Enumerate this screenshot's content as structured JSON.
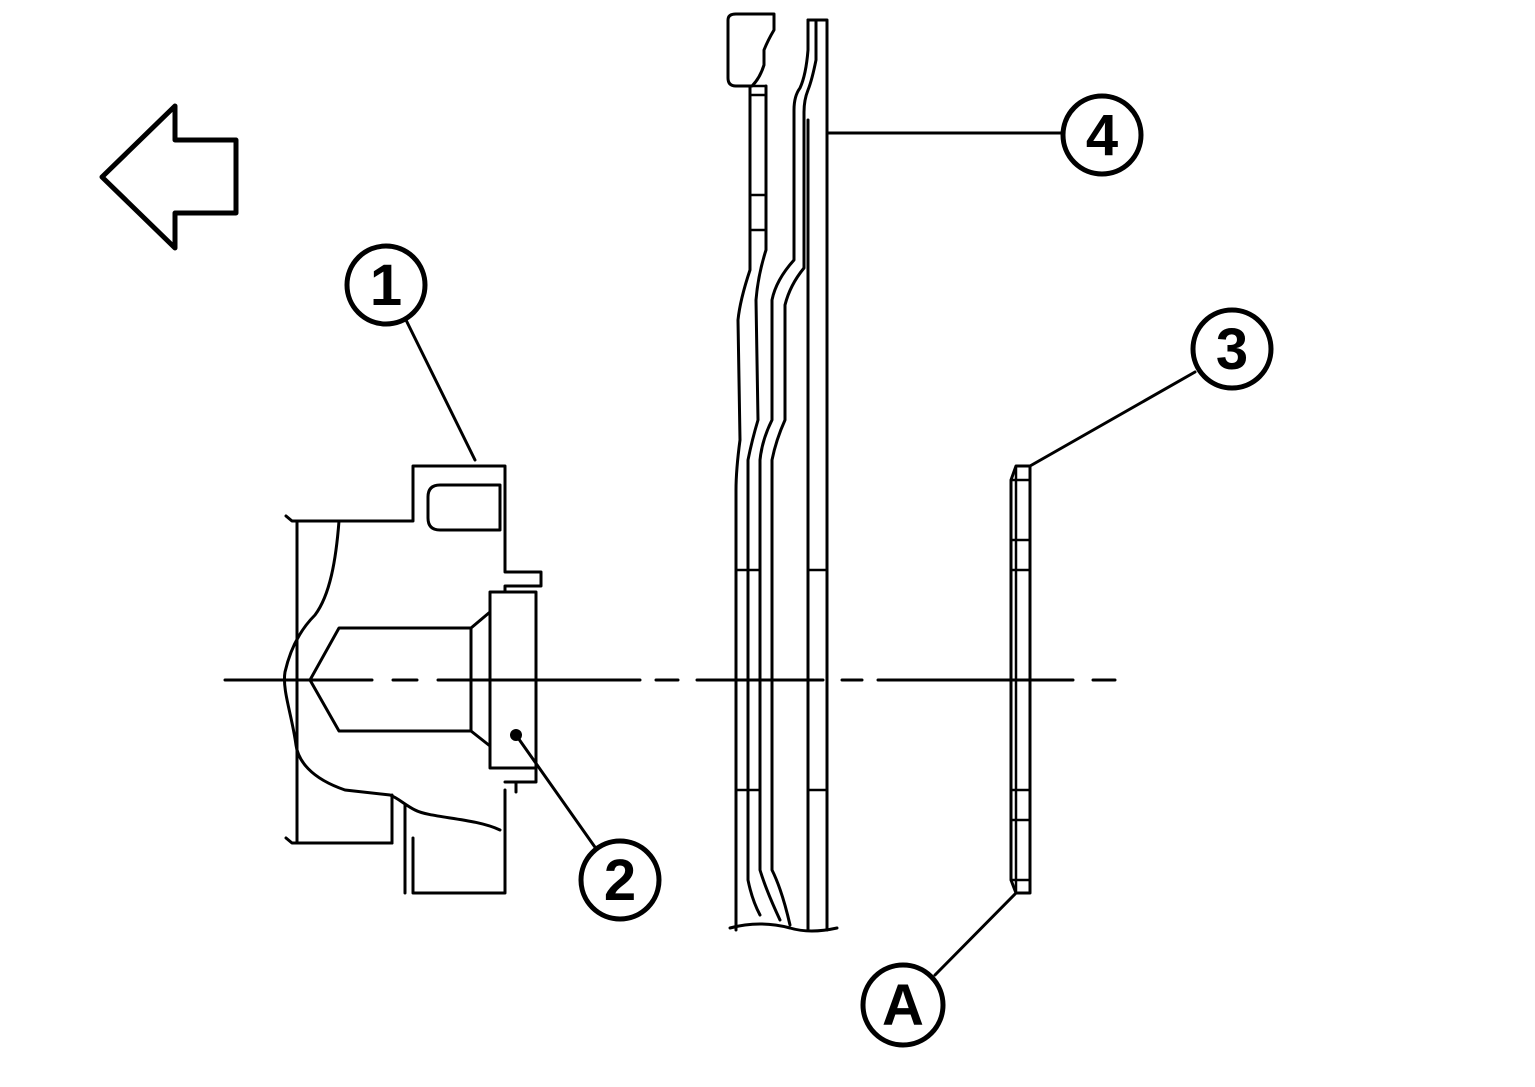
{
  "callouts": {
    "c1": "1",
    "c2": "2",
    "c3": "3",
    "c4": "4",
    "cA": "A"
  },
  "icons": {
    "direction": "left-arrow-icon"
  }
}
